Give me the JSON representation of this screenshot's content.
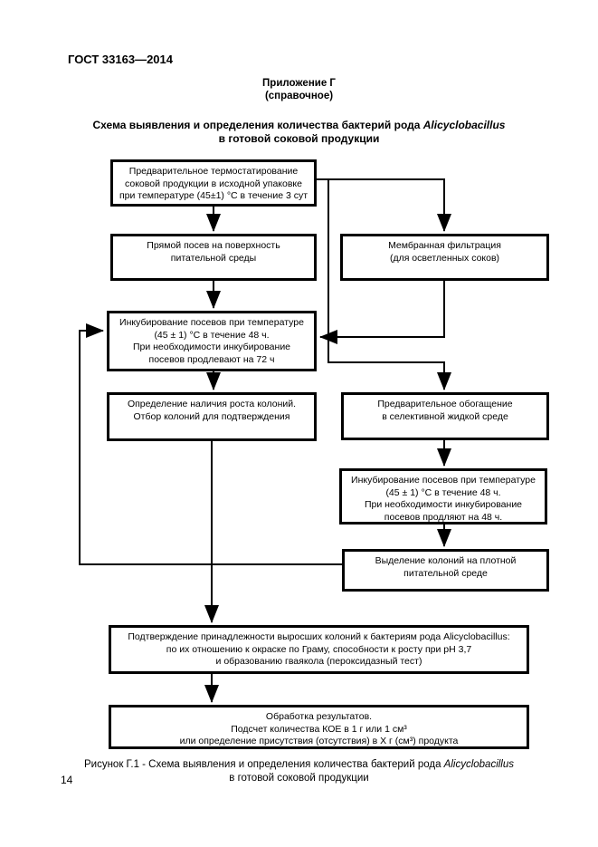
{
  "colors": {
    "ink": "#000000",
    "paper": "#ffffff"
  },
  "header": {
    "doc_number": "ГОСТ 33163—2014",
    "appendix_label": "Приложение Г",
    "appendix_note": "(справочное)"
  },
  "title": {
    "line1_prefix": "Схема выявления и определения количества бактерий рода ",
    "species": "Alicyclobacillus",
    "line2": "в готовой соковой продукции"
  },
  "flowchart": {
    "thermostat": "Предварительное термостатирование\nсоковой продукции в исходной упаковке\nпри температуре (45±1) °С в течение 3 сут",
    "direct_seeding": "Прямой посев на поверхность\nпитательной среды",
    "membrane_filtration": "Мембранная фильтрация\n(для осветленных соков)",
    "incubation_primary": "Инкубирование посевов при температуре\n(45 ± 1) °С в течение 48 ч.\nПри необходимости инкубирование\nпосевов продлевают на 72 ч",
    "growth_check": "Определение наличия роста колоний.\nОтбор колоний для подтверждения",
    "enrichment": "Предварительное обогащение\nв селективной жидкой среде",
    "incubation_secondary": "Инкубирование посевов при температуре\n(45 ± 1) °С в течение 48 ч.\nПри необходимости инкубирование\nпосевов продляют на 48 ч.",
    "isolation": "Выделение колоний на плотной\nпитательной среде",
    "confirmation": "Подтверждение принадлежности выросших колоний к бактериям рода Alicyclobacillus:\nпо их отношению к окраске по Граму, способности к росту при pH 3,7\nи образованию гваякола (пероксидазный тест)",
    "results": "Обработка результатов.\nПодсчет количества КОЕ в 1 г или 1 см³\nили определение присутствия (отсутствия) в Х г (см³) продукта"
  },
  "caption": {
    "line1_prefix": "Рисунок Г.1 - Схема выявления и определения количества бактерий рода ",
    "species": "Alicyclobacillus",
    "line2": "в готовой соковой продукции"
  },
  "footer": {
    "page_number": "14"
  }
}
